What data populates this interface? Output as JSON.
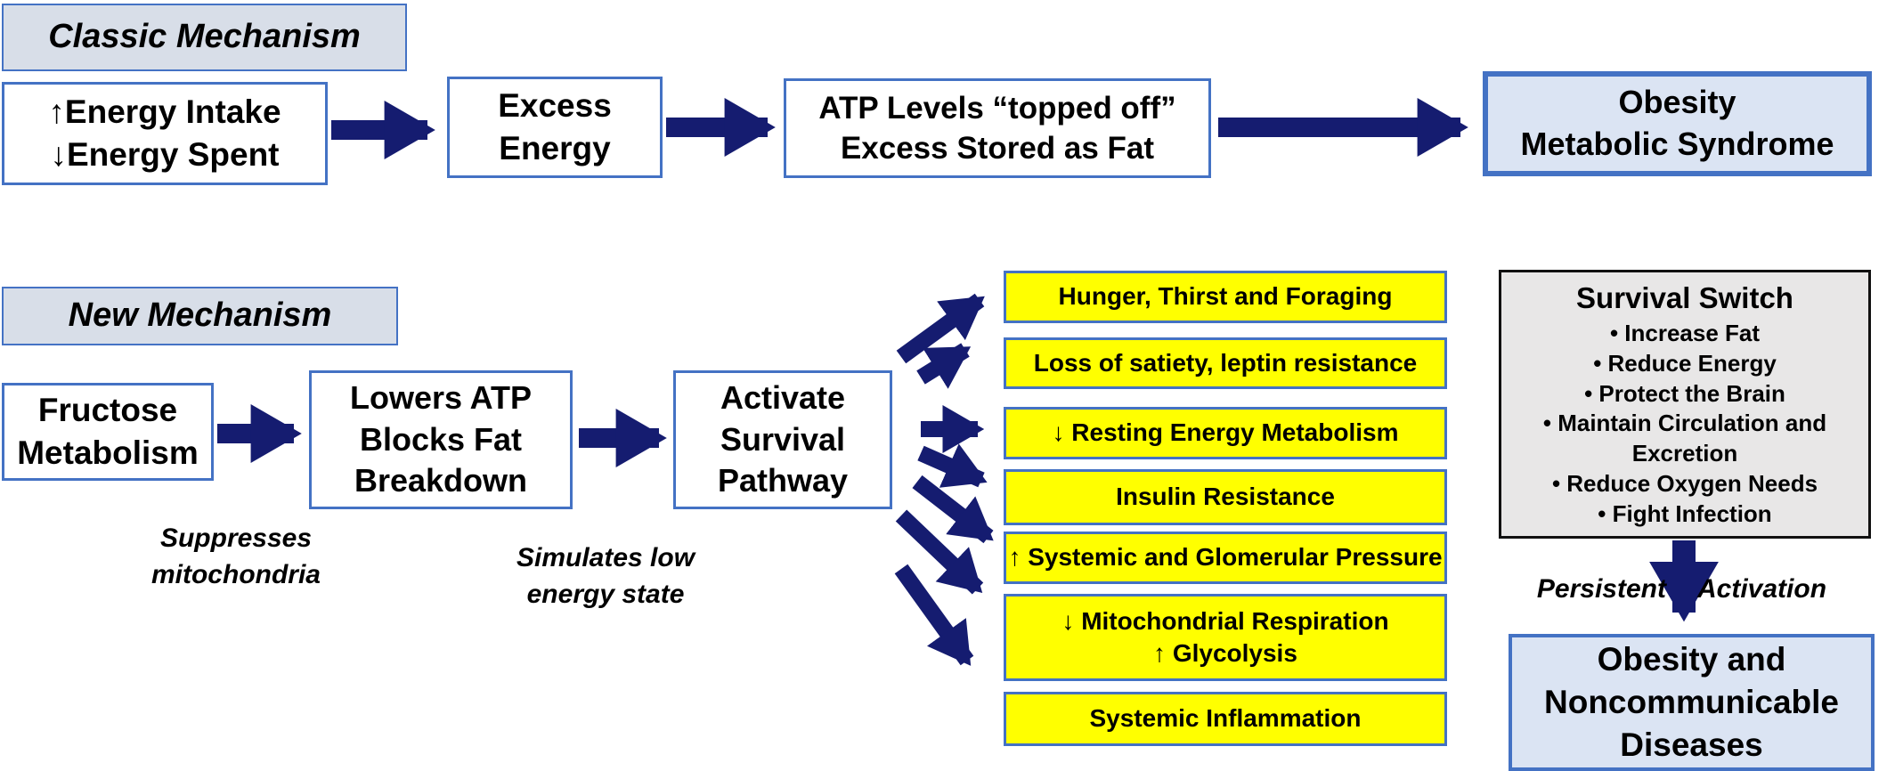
{
  "colors": {
    "arrow_navy": "#151c70",
    "box_border_blue": "#4472c4",
    "header_fill": "#d8dee8",
    "outcome_fill": "#dbe4f3",
    "effect_yellow": "#ffff00",
    "survival_fill": "#e8e7e7"
  },
  "classic": {
    "header": "Classic Mechanism",
    "energy_box": "↑Energy Intake\n↓Energy Spent",
    "excess_box": "Excess\nEnergy",
    "atp_box": "ATP Levels “topped off”\nExcess Stored as Fat",
    "outcome_box": "Obesity\nMetabolic Syndrome"
  },
  "new_mechanism": {
    "header": "New Mechanism",
    "fructose_box": "Fructose\nMetabolism",
    "lowers_box": "Lowers ATP\nBlocks Fat\nBreakdown",
    "activate_box": "Activate\nSurvival\nPathway",
    "suppresses_note": "Suppresses\nmitochondria",
    "simulates_note": "Simulates low\nenergy state",
    "effects": [
      "Hunger, Thirst and Foraging",
      "Loss of satiety, leptin resistance",
      "↓ Resting Energy Metabolism",
      "Insulin Resistance",
      "↑ Systemic and Glomerular Pressure",
      "↓ Mitochondrial Respiration\n↑ Glycolysis",
      "Systemic Inflammation"
    ],
    "survival_switch": {
      "title": "Survival Switch",
      "bullets": [
        "Increase Fat",
        "Reduce Energy",
        "Protect the Brain",
        "Maintain Circulation and Excretion",
        "Reduce Oxygen Needs",
        "Fight Infection"
      ]
    },
    "persistent_label": "Persistent",
    "activation_label": "Activation",
    "outcome_box": "Obesity and\nNoncommunicable\nDiseases"
  }
}
